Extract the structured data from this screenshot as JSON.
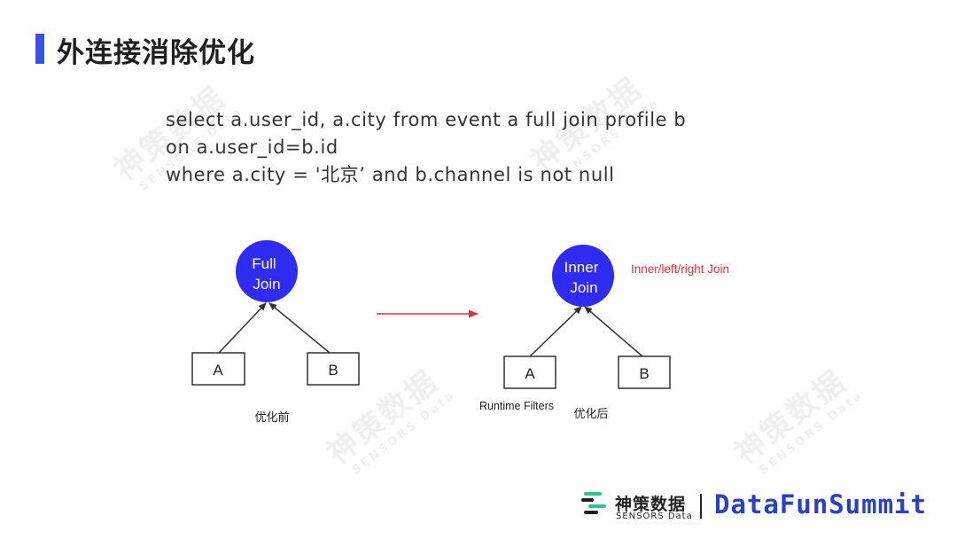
{
  "title": "外连接消除优化",
  "code_lines": [
    "select a.user_id, a.city from event a full join profile b",
    "on a.user_id=b.id",
    "where a.city = '北京’ and b.channel is not null"
  ],
  "watermark": {
    "cn": "神策数据",
    "en": "SENSORS Data"
  },
  "diagram": {
    "before": {
      "join_line1": "Full",
      "join_line2": "Join",
      "left": "A",
      "right": "B",
      "caption": "优化前"
    },
    "after": {
      "join_line1": "Inner",
      "join_line2": "Join",
      "left": "A",
      "right": "B",
      "caption": "优化后",
      "note": "Inner/left/right Join",
      "filters": "Runtime Filters"
    }
  },
  "footer": {
    "logo_cn": "神策数据",
    "logo_en": "SENSORS Data",
    "summit": "DataFunSummit"
  },
  "colors": {
    "accent": "#3a4fe6",
    "join_node": "#2f2bf0",
    "arrow_red": "#e5323a",
    "summit": "#2b3ec9"
  }
}
